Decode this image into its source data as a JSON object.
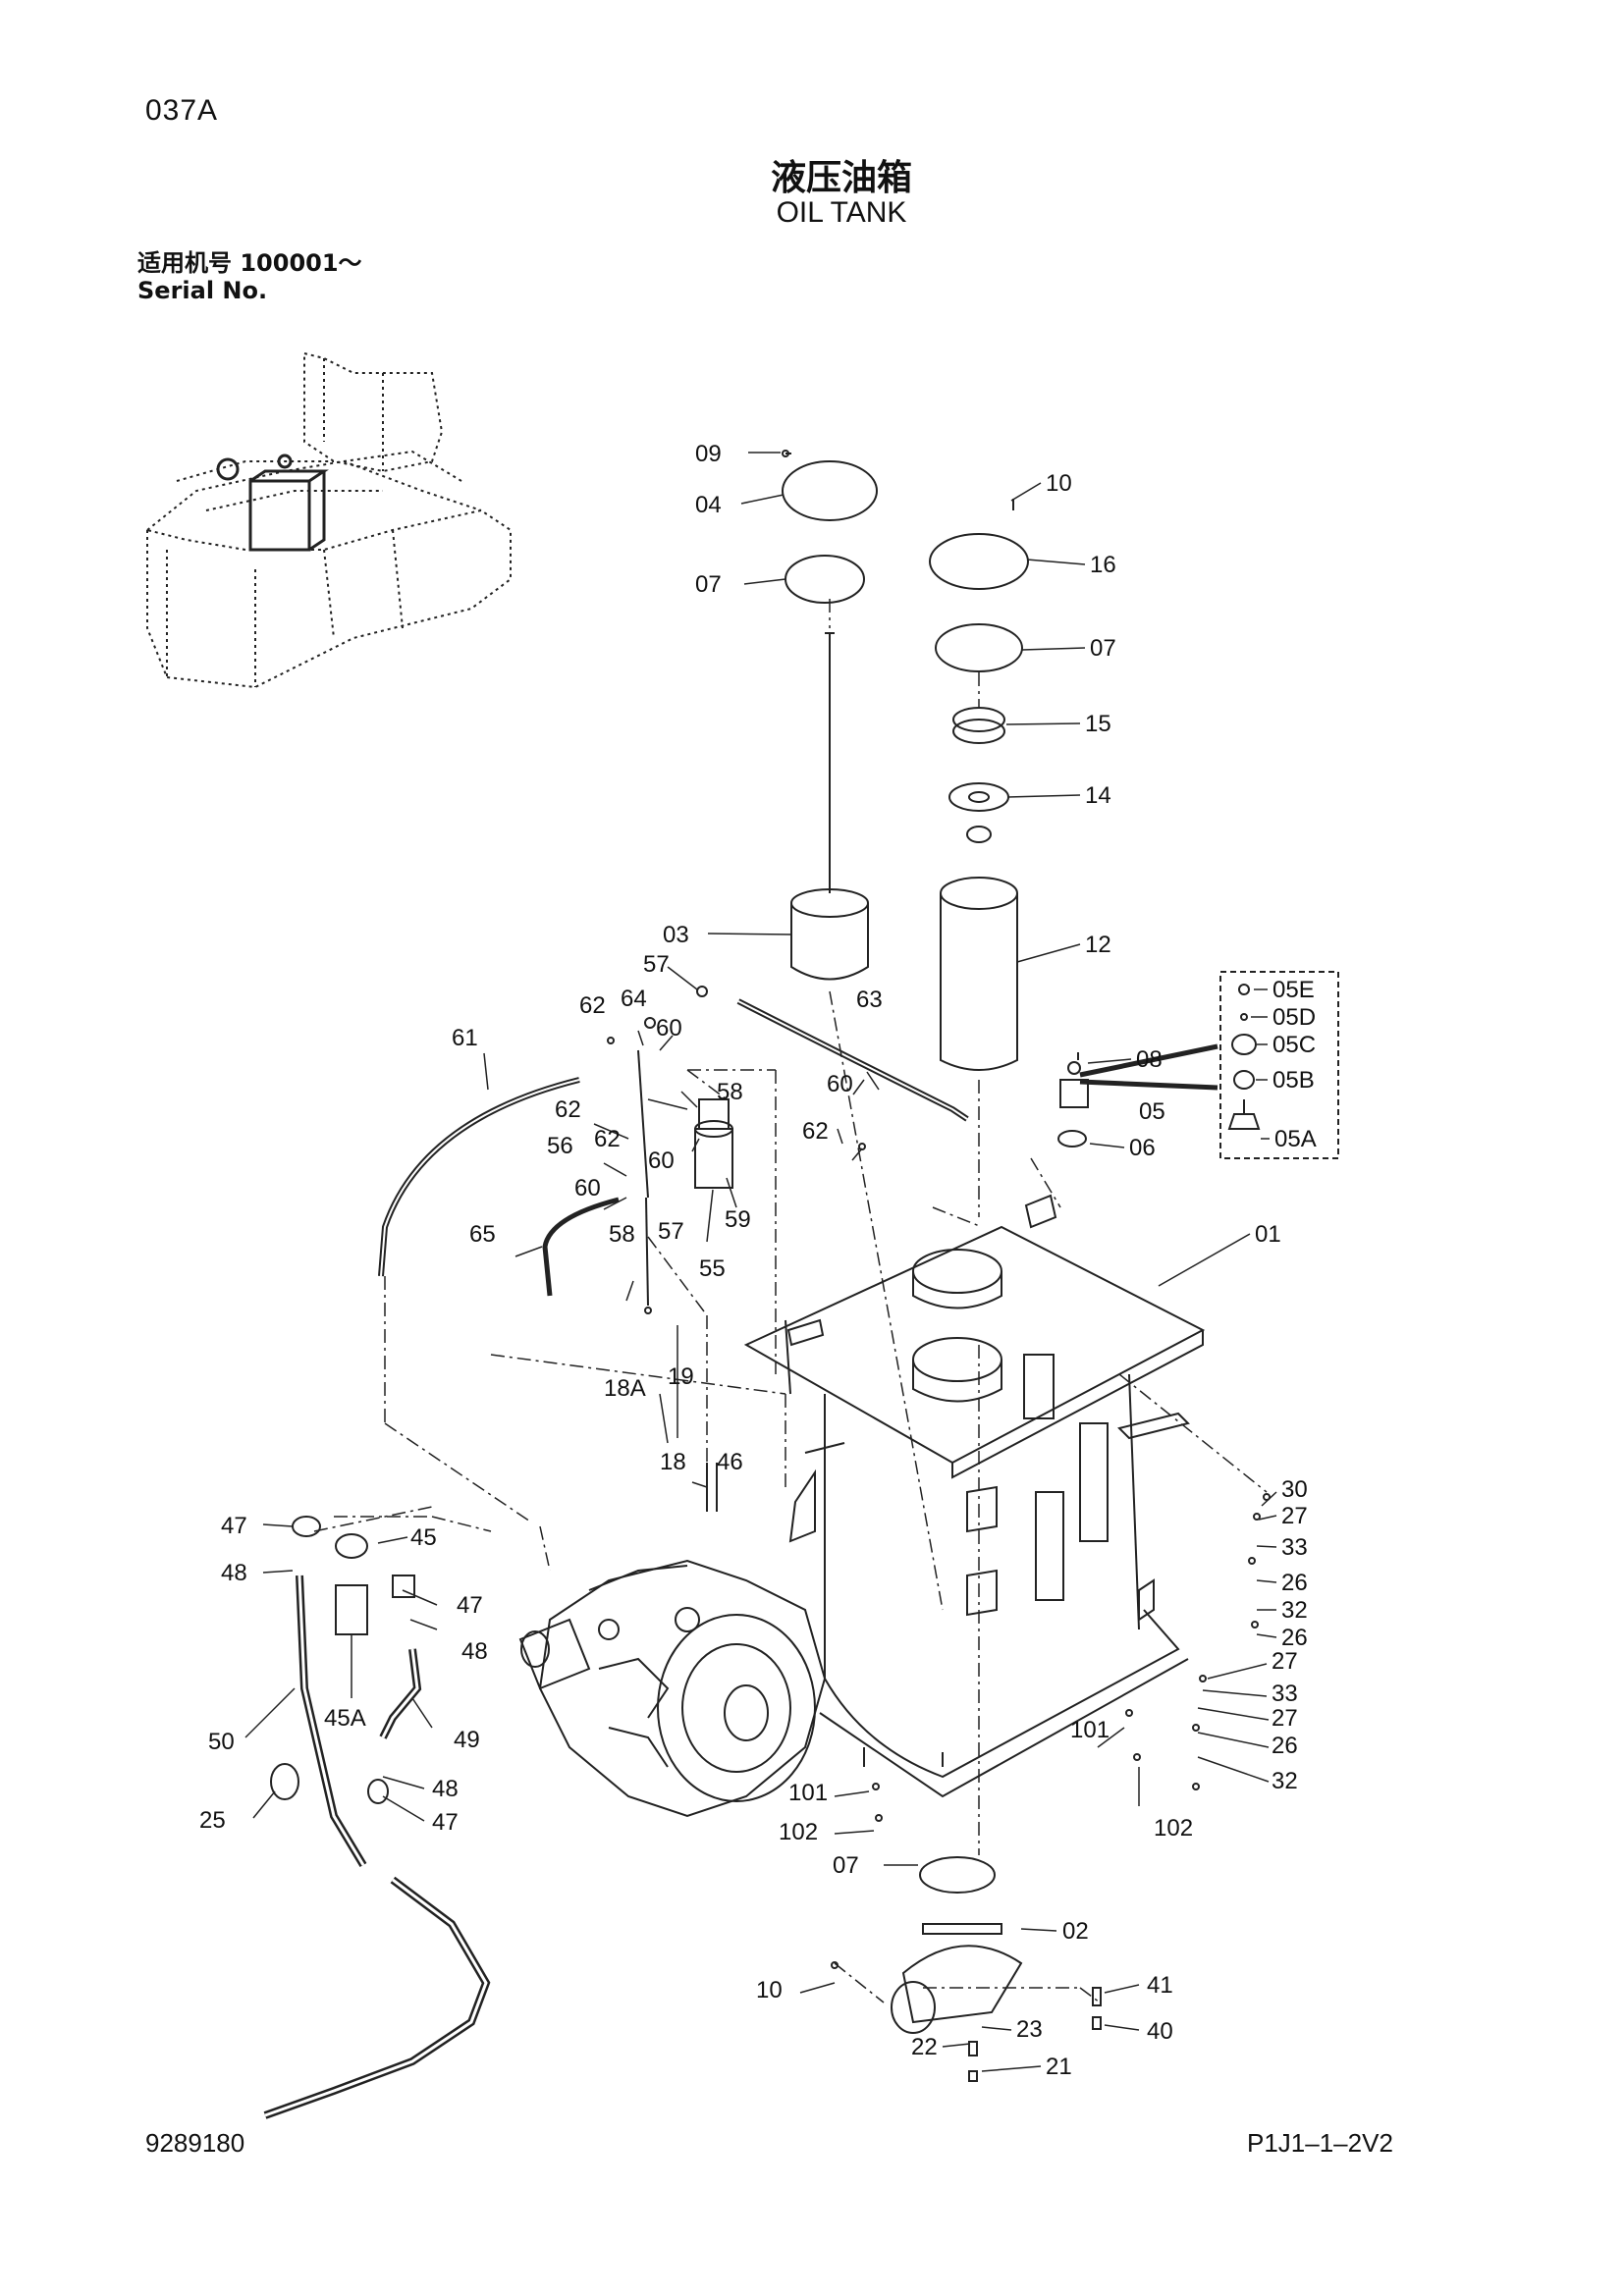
{
  "header": {
    "page_id": "037A",
    "title_cn": "液压油箱",
    "title_en": "OIL TANK",
    "serial_cn": "适用机号  100001～",
    "serial_en": "Serial No."
  },
  "footer": {
    "doc_no": "9289180",
    "page_code": "P1J1–1–2V2"
  },
  "callouts": {
    "c09": "09",
    "c04": "04",
    "c07a": "07",
    "c10a": "10",
    "c16": "16",
    "c07b": "07",
    "c15": "15",
    "c14": "14",
    "c03": "03",
    "c12": "12",
    "c57a": "57",
    "c62a": "62",
    "c64": "64",
    "c60a": "60",
    "c63": "63",
    "c61": "61",
    "c58a": "58",
    "c60b": "60",
    "c62b": "62",
    "c62c": "62",
    "c56": "56",
    "c62d": "62",
    "c60c": "60",
    "c60d": "60",
    "c58b": "58",
    "c57b": "57",
    "c59": "59",
    "c55": "55",
    "c65": "65",
    "c05E": "05E",
    "c05D": "05D",
    "c05C": "05C",
    "c05B": "05B",
    "c05A": "05A",
    "c08": "08",
    "c05": "05",
    "c06": "06",
    "c01": "01",
    "c18A": "18A",
    "c19": "19",
    "c18": "18",
    "c46": "46",
    "c30": "30",
    "c27a": "27",
    "c33a": "33",
    "c26a": "26",
    "c32a": "32",
    "c26b": "26",
    "c47a": "47",
    "c45": "45",
    "c48a": "48",
    "c47b": "47",
    "c48b": "48",
    "c45A": "45A",
    "c49": "49",
    "c50": "50",
    "c48c": "48",
    "c47c": "47",
    "c25": "25",
    "c27b": "27",
    "c33b": "33",
    "c27c": "27",
    "c26c": "26",
    "c32b": "32",
    "c101a": "101",
    "c102a": "102",
    "c101b": "101",
    "c102b": "102",
    "c07c": "07",
    "c02": "02",
    "c10b": "10",
    "c41": "41",
    "c23": "23",
    "c40": "40",
    "c22": "22",
    "c21": "21"
  }
}
